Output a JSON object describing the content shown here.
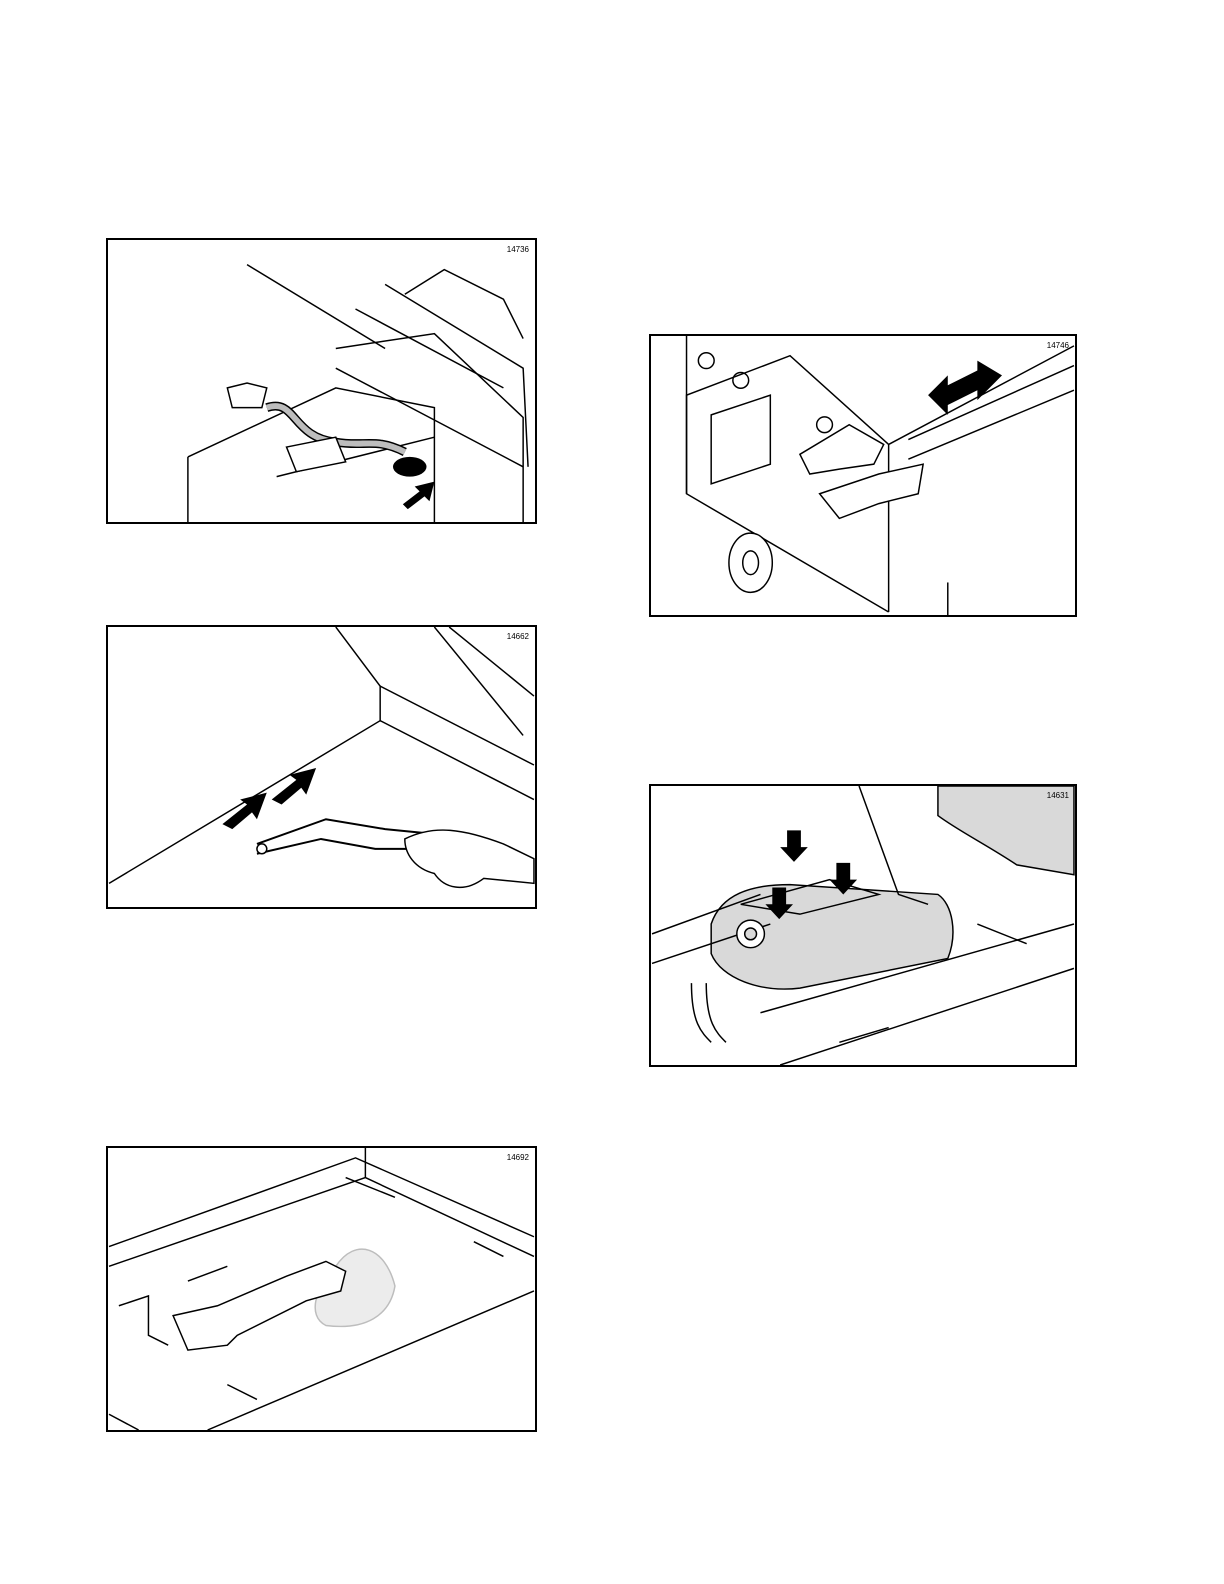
{
  "figures": [
    {
      "id": "14736",
      "description_icon": "hose-cleaning-icon"
    },
    {
      "id": "14662",
      "description_icon": "scraper-icon"
    },
    {
      "id": "14692",
      "description_icon": "wipe-cloth-icon"
    },
    {
      "id": "14746",
      "description_icon": "slide-panel-icon"
    },
    {
      "id": "14631",
      "description_icon": "roller-press-icon"
    }
  ],
  "colors": {
    "line": "#000000",
    "fill_gray": "#d9d9d9",
    "background": "#ffffff"
  }
}
